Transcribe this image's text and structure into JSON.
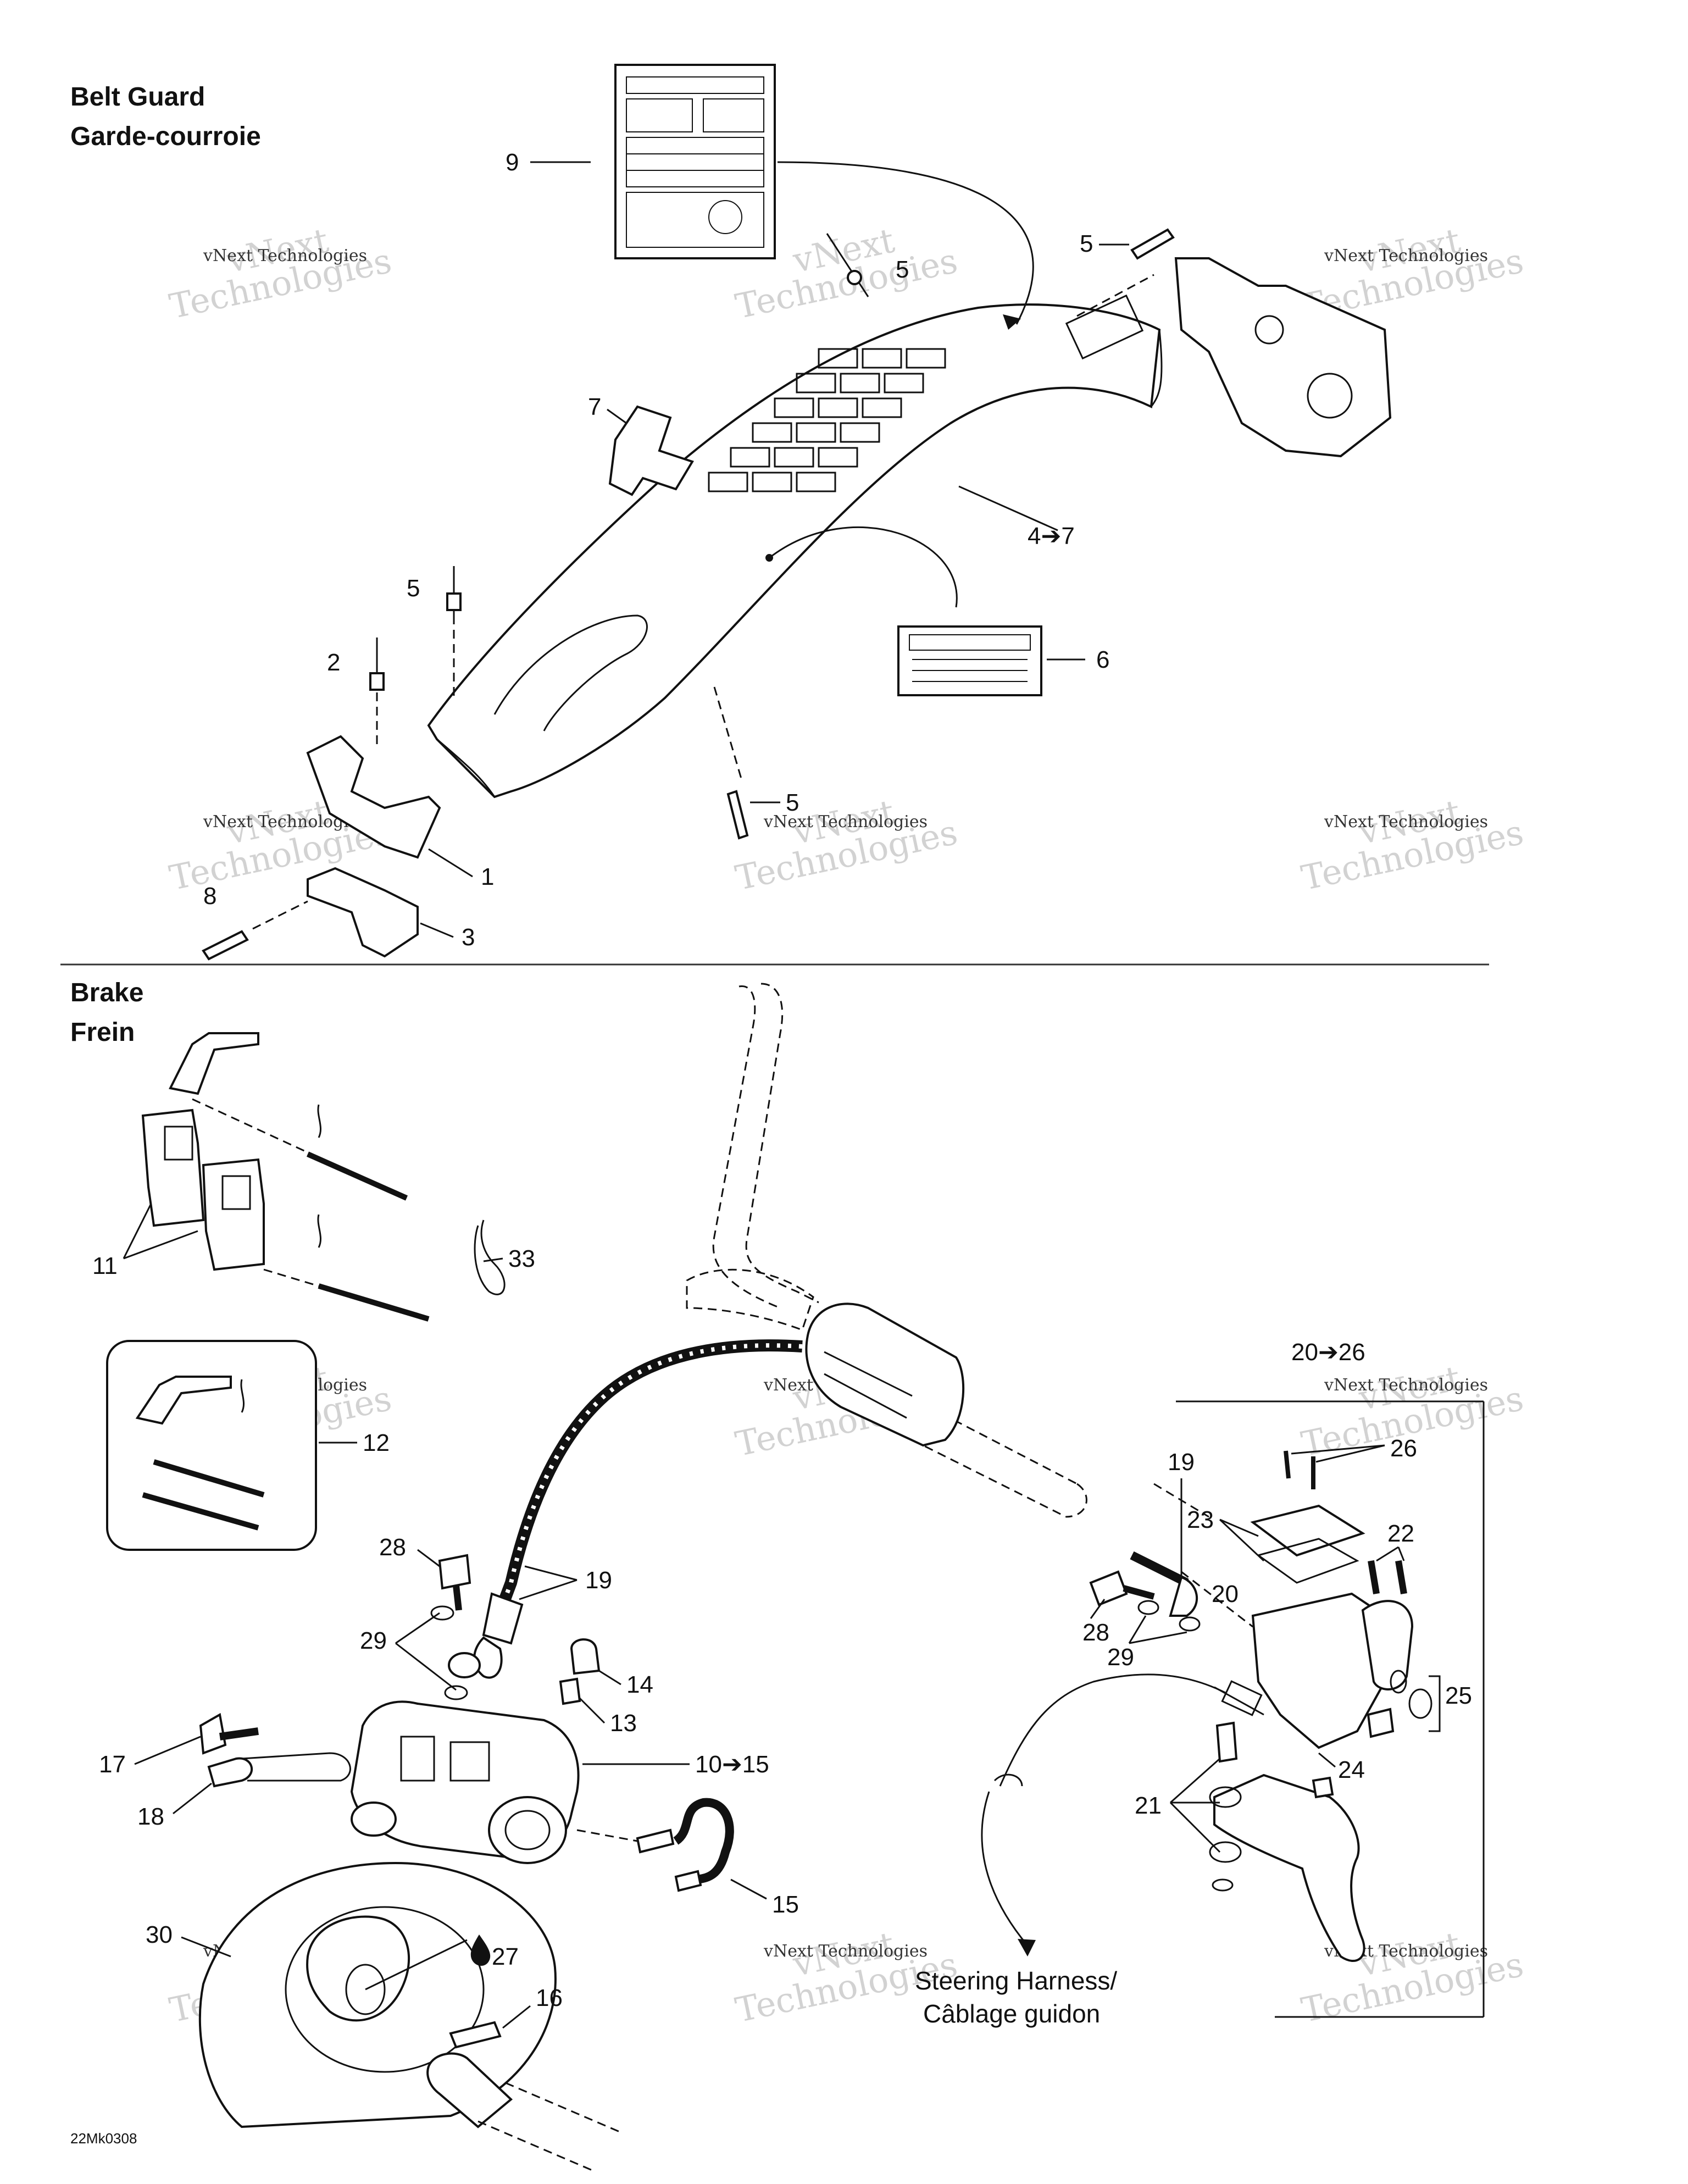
{
  "sections": {
    "belt_guard": {
      "title_en": "Belt Guard",
      "title_fr": "Garde-courroie"
    },
    "brake": {
      "title_en": "Brake",
      "title_fr": "Frein"
    }
  },
  "callouts": {
    "c1": "1",
    "c2": "2",
    "c3": "3",
    "c4_7": "4➔7",
    "c5a": "5",
    "c5b": "5",
    "c5c": "5",
    "c5d": "5",
    "c6": "6",
    "c7": "7",
    "c8": "8",
    "c9": "9",
    "c10_15": "10➔15",
    "c11": "11",
    "c12": "12",
    "c13": "13",
    "c14": "14",
    "c15": "15",
    "c16": "16",
    "c17": "17",
    "c18": "18",
    "c19a": "19",
    "c19b": "19",
    "c20": "20",
    "c20_26": "20➔26",
    "c21": "21",
    "c22": "22",
    "c23": "23",
    "c24": "24",
    "c25": "25",
    "c26": "26",
    "c27": "27",
    "c28a": "28",
    "c28b": "28",
    "c29a": "29",
    "c29b": "29",
    "c30": "30",
    "c33": "33"
  },
  "steering_note": {
    "line1": "Steering Harness/",
    "line2": "Câblage guidon"
  },
  "diagram_code": "22Mk0308",
  "watermark": {
    "brand": "vNext",
    "company": "vNext Technologies",
    "word": "Technologies"
  }
}
